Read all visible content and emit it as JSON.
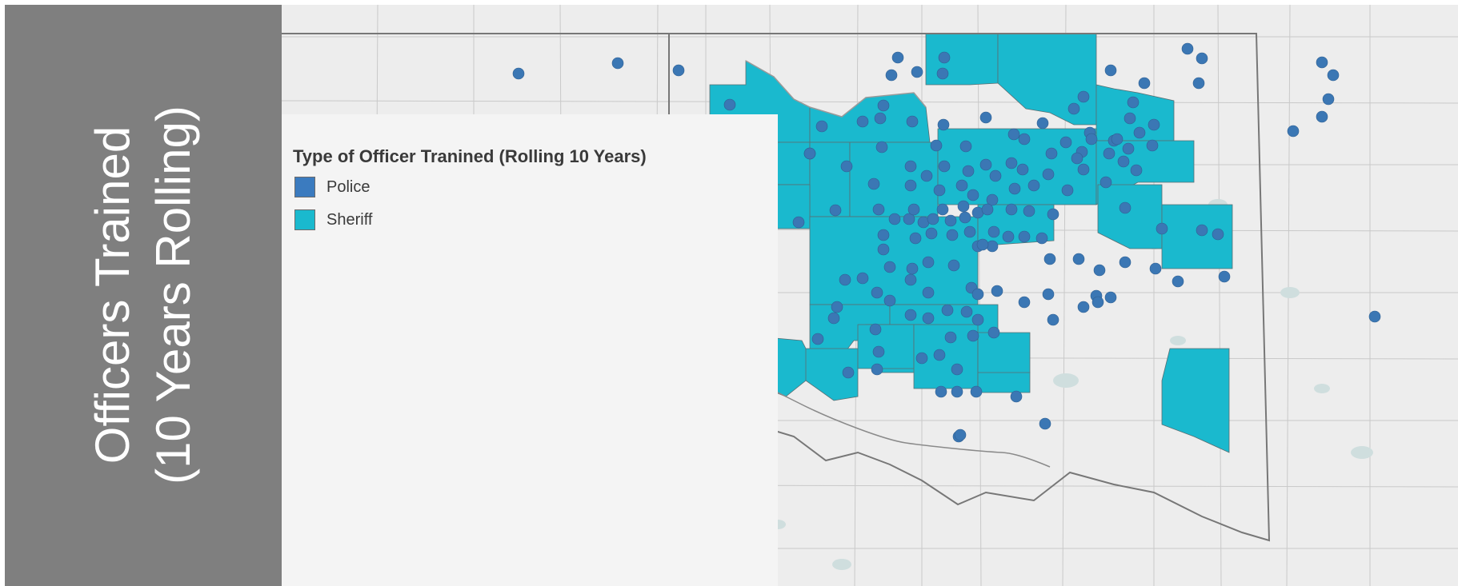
{
  "title": {
    "line1": "Officers Trained",
    "line2": "(10 Years Rolling)"
  },
  "legend": {
    "title": "Type of Officer Tranined (Rolling 10 Years)",
    "items": [
      {
        "label": "Police",
        "color": "#3b7bbf"
      },
      {
        "label": "Sheriff",
        "color": "#1ab9ce"
      }
    ]
  },
  "colors": {
    "title_bg": "#7f7f7f",
    "map_bg": "#ededed",
    "county_line": "#c9c9c9",
    "state_line": "#777777",
    "sheriff_fill": "#1ab9ce",
    "police_dot": "#3b77b4",
    "water": "#cfdede"
  }
}
